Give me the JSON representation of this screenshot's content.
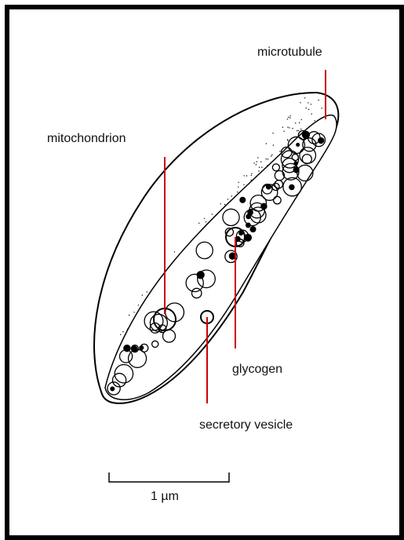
{
  "labels": {
    "microtubule": "microtubule",
    "mitochondrion": "mitochondrion",
    "glycogen": "glycogen",
    "secretory_vesicle": "secretory vesicle"
  },
  "scale_bar": {
    "label": "1 µm"
  },
  "colors": {
    "leader_line": "#cc0000",
    "outline": "#000000",
    "background": "#ffffff"
  }
}
